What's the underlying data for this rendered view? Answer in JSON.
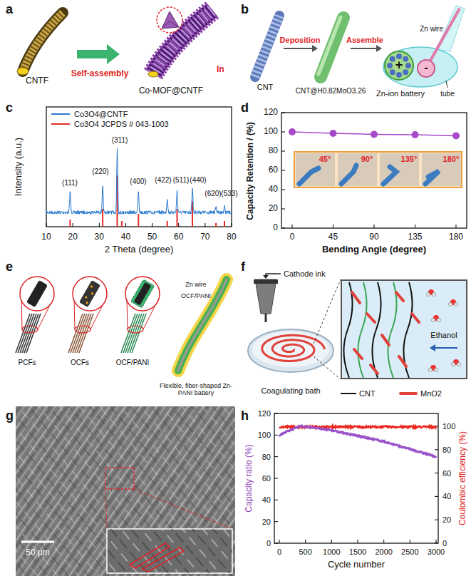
{
  "diagram": {
    "nodes": [
      {
        "text": [
          "+"
        ]
      },
      {
        "text": [
          "-"
        ]
      },
      {
        "text": [
          "45°",
          "90°",
          "135°",
          "180°"
        ]
      },
      {
        "text": [
          "Ethanol"
        ]
      }
    ],
    "labels": [
      "a",
      "CNTF",
      "Self-assembly",
      "Co-MOF@CNTF",
      "In",
      "b",
      "CNT",
      "Deposition",
      "Assemble",
      "CNT@H0.82MoO3.26",
      "Zn wire",
      "tube",
      "Zn-ion battery",
      "c",
      "Intensity (a.u.)",
      "2 Theta (degree)",
      "10",
      "20",
      "30",
      "40",
      "50",
      "60",
      "70",
      "80",
      "(111)",
      "(220)",
      "(311)",
      "(400)",
      "(422)",
      "(511)",
      "(440)",
      "(620)",
      "(533)",
      "d",
      "Capacity Retention / (%)",
      "0",
      "20",
      "40",
      "60",
      "80",
      "100",
      "120",
      "0",
      "45",
      "90",
      "135",
      "180",
      "Bending Angle (degree)",
      "e",
      "PCFs",
      "OCFs",
      "OCF/PANI",
      "Zn wire",
      "OCF/PANI",
      "Flexible, fiber-shaped Zn-PANI battery",
      "f",
      "Cathode ink",
      "Coagulating bath",
      "g",
      "50 μm",
      "h",
      "Capacity ratio (%)",
      "Coulombic efficiency (%)",
      "0",
      "20",
      "40",
      "60",
      "80",
      "100",
      "120",
      "0",
      "20",
      "40",
      "60",
      "80",
      "100",
      "0",
      "500",
      "1000",
      "1500",
      "2000",
      "2500",
      "3000",
      "Cycle number"
    ],
    "legend": [
      {
        "text": "Co3O4@CNTF"
      },
      {
        "text": "Co3O4 JCPDS # 043-1003"
      },
      {
        "text": "CNT"
      },
      {
        "text": "MnO2"
      }
    ]
  }
}
